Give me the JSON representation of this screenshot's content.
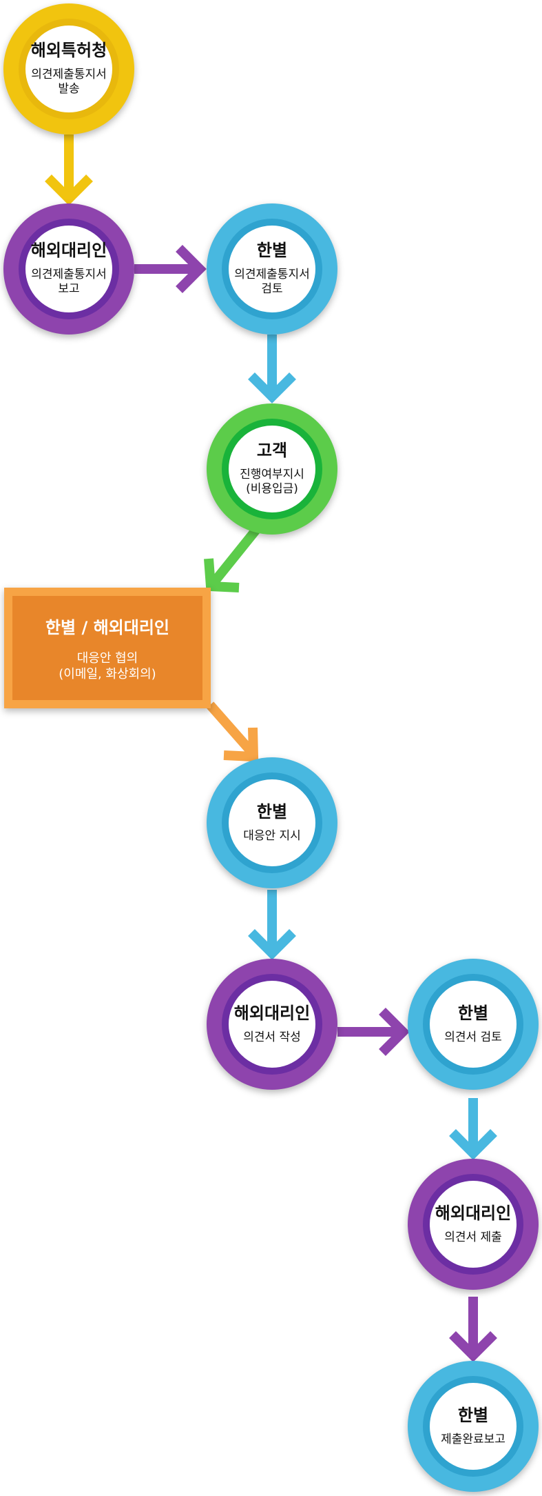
{
  "nodes": {
    "n1": {
      "title": "해외특허청",
      "sub": "의견제출통지서\n발송"
    },
    "n2": {
      "title": "해외대리인",
      "sub": "의견제출통지서\n보고"
    },
    "n3": {
      "title": "한별",
      "sub": "의견제출통지서\n검토"
    },
    "n4": {
      "title": "고객",
      "sub": "진행여부지시\n(비용입금)"
    },
    "n5": {
      "title": "한별 / 해외대리인",
      "sub": "대응안 협의\n(이메일, 화상회의)"
    },
    "n6": {
      "title": "한별",
      "sub": "대응안 지시"
    },
    "n7": {
      "title": "해외대리인",
      "sub": "의견서 작성"
    },
    "n8": {
      "title": "한별",
      "sub": "의견서 검토"
    },
    "n9": {
      "title": "해외대리인",
      "sub": "의견서 제출"
    },
    "n10": {
      "title": "한별",
      "sub": "제출완료보고"
    }
  },
  "colors": {
    "yellow": "#f1c40f",
    "purple": "#8e44ad",
    "blue": "#48b8e0",
    "green": "#5ccc4a",
    "orange": "#e8862a"
  }
}
